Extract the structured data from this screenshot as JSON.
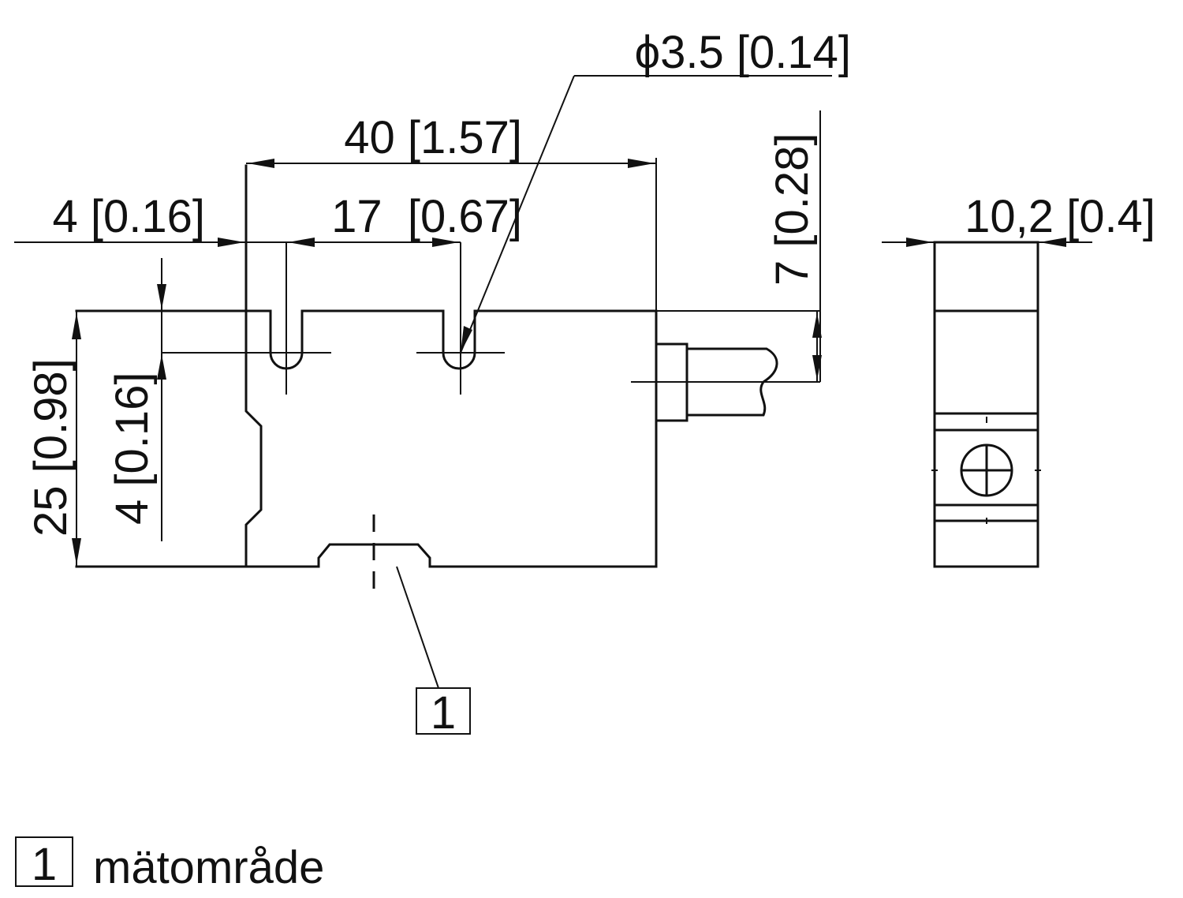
{
  "dimensions": {
    "diameter": "ϕ3.5 [0.14]",
    "width_total": "40 [1.57]",
    "offset_left": "4 [0.16]",
    "hole_spacing": "17  [0.67]",
    "height_total": "25 [0.98]",
    "slot_depth": "4 [0.16]",
    "cable_offset": "7 [0.28]",
    "side_width": "10,2 [0.4]"
  },
  "callout": {
    "number": "1"
  },
  "legend": {
    "number": "1",
    "label": "mätområde"
  }
}
